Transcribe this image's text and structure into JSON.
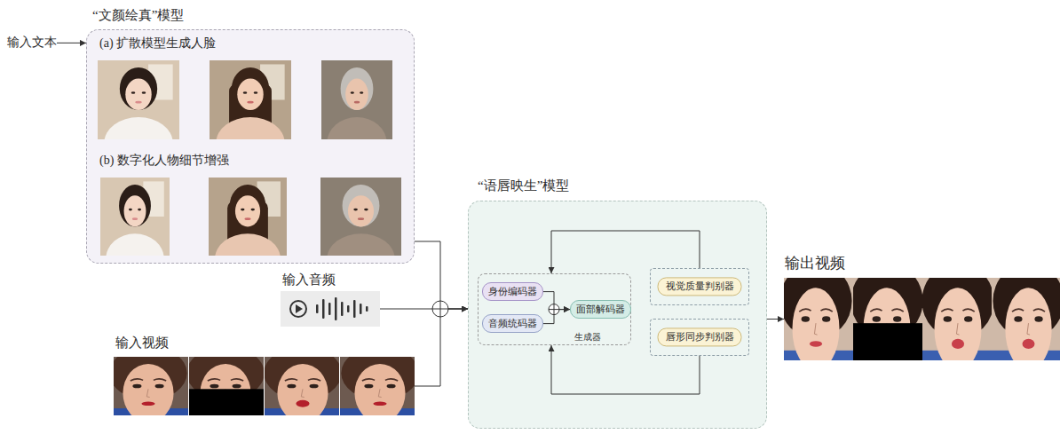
{
  "diagram": {
    "nodes": [
      {
        "text": [
          "输入文本"
        ]
      },
      {
        "text": [
          "“文颜绘真”模型"
        ]
      },
      {
        "text": [
          "输入音频"
        ]
      },
      {
        "text": [
          "输入视频"
        ]
      },
      {
        "text": [
          "“语唇映生”模型"
        ]
      },
      {
        "text": [
          "生成器"
        ],
        "in": 4
      },
      {
        "text": [
          "身份编码器"
        ],
        "in": 5
      },
      {
        "text": [
          "音频统码器"
        ],
        "in": 5
      },
      {
        "text": [
          "面部解码器"
        ],
        "in": 5
      },
      {
        "text": [
          "视觉质量判别器"
        ],
        "in": 4
      },
      {
        "text": [
          "唇形同步判别器"
        ],
        "in": 4
      },
      {
        "text": [
          "输出视频"
        ]
      }
    ],
    "edges": [
      {
        "from": 0,
        "to": 1,
        "arrow": "to"
      },
      {
        "from": 1,
        "to": 4,
        "arrow": "to"
      },
      {
        "from": 2,
        "to": 4,
        "arrow": "to"
      },
      {
        "from": 3,
        "to": 4,
        "arrow": "to"
      },
      {
        "from": 6,
        "to": 8,
        "arrow": "to"
      },
      {
        "from": 7,
        "to": 8,
        "arrow": "to"
      },
      {
        "from": 9,
        "to": 5,
        "arrow": "to"
      },
      {
        "from": 10,
        "to": 5,
        "arrow": "to"
      },
      {
        "from": 4,
        "to": 11,
        "arrow": "to"
      }
    ],
    "labels": [
      "(a) 扩散模型生成人脸",
      "(b) 数字化人物细节增强"
    ]
  }
}
